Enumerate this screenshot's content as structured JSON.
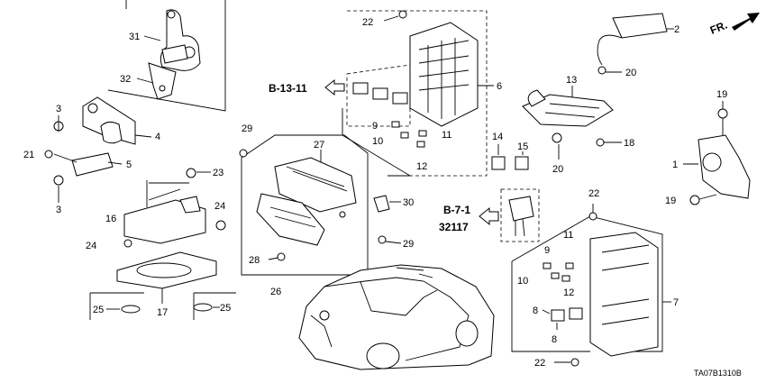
{
  "diagram": {
    "fr_label": "FR.",
    "footer_code": "TA07B1310B",
    "refs": {
      "b13": "B-13-11",
      "b7": "B-7-1",
      "b7_sub": "32117"
    },
    "callouts": {
      "c31": "31",
      "c32": "32",
      "c3a": "3",
      "c4": "4",
      "c21": "21",
      "c5": "5",
      "c3b": "3",
      "c22a": "22",
      "c6": "6",
      "c2": "2",
      "c20a": "20",
      "c13": "13",
      "c19a": "19",
      "c1": "1",
      "c19b": "19",
      "c9a": "9",
      "c10a": "10",
      "c11a": "11",
      "c12a": "12",
      "c14": "14",
      "c15": "15",
      "c20b": "20",
      "c18": "18",
      "c29a": "29",
      "c27": "27",
      "c30": "30",
      "c29b": "29",
      "c28": "28",
      "c26": "26",
      "c23": "23",
      "c16": "16",
      "c24a": "24",
      "c24b": "24",
      "c17": "17",
      "c25a": "25",
      "c25b": "25",
      "c22b": "22",
      "c9b": "9",
      "c11b": "11",
      "c10b": "10",
      "c12b": "12",
      "c8a": "8",
      "c8b": "8",
      "c7": "7",
      "c22c": "22"
    }
  }
}
